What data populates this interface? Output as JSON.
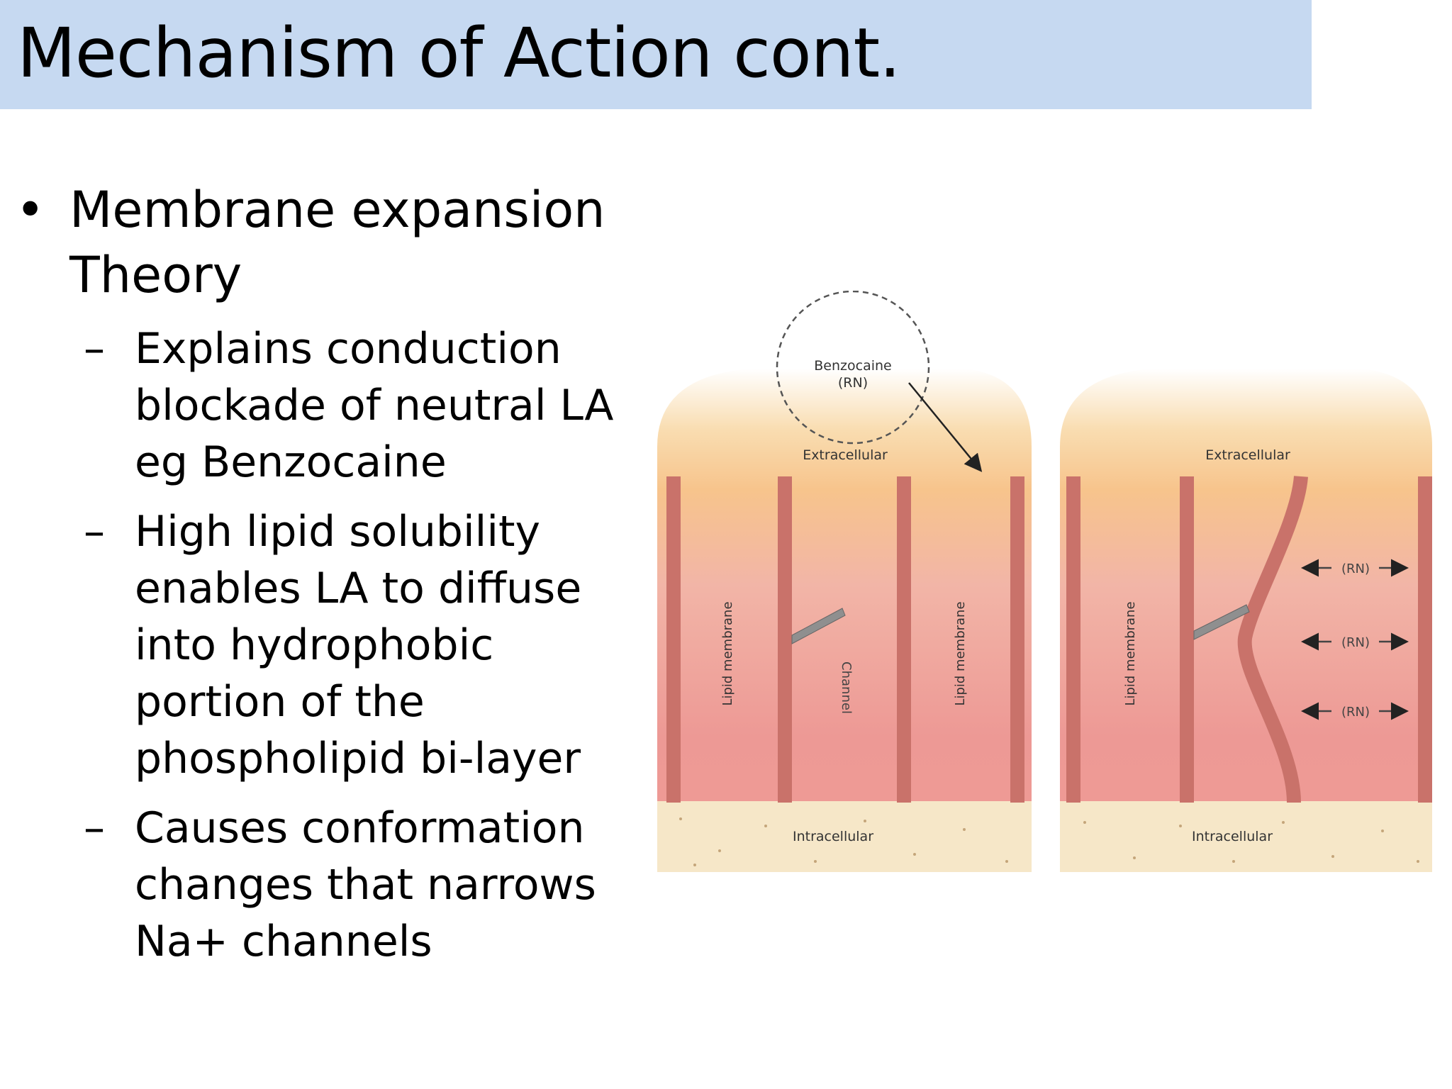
{
  "slide": {
    "title": "Mechanism of Action cont.",
    "bullet": {
      "marker": "•",
      "text": "Membrane expansion Theory"
    },
    "sub_items": [
      {
        "marker": "–",
        "lines": [
          "Explains conduction",
          "blockade of neutral LA",
          "eg Benzocaine"
        ]
      },
      {
        "marker": "–",
        "lines": [
          "High lipid solubility",
          "enables LA to diffuse",
          "into hydrophobic",
          "portion of the",
          "phospholipid bi-layer"
        ]
      },
      {
        "marker": "–",
        "lines": [
          "Causes conformation",
          "changes that narrows",
          "Na+ channels"
        ]
      }
    ]
  },
  "diagram": {
    "left_panel": {
      "molecule_label_1": "Benzocaine",
      "molecule_label_2": "(RN)",
      "extracellular": "Extracellular",
      "intracellular": "Intracellular",
      "membrane_left": "Lipid membrane",
      "channel": "Channel",
      "membrane_right": "Lipid membrane"
    },
    "right_panel": {
      "extracellular": "Extracellular",
      "intracellular": "Intracellular",
      "membrane_left": "Lipid membrane",
      "rn_labels": [
        "(RN)",
        "(RN)",
        "(RN)"
      ]
    },
    "colors": {
      "title_bar": "#c6d9f1",
      "membrane_wall": "#c9726a",
      "gradient_top": "#f7c98a",
      "gradient_bottom": "#ee9a95",
      "intracellular_zone": "#f6e7c8"
    }
  }
}
